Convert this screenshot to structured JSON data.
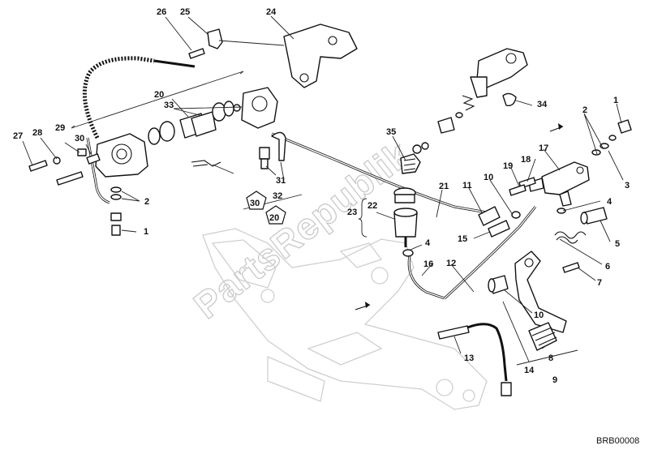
{
  "diagram": {
    "reference_code": "BRB00008",
    "watermark": "PartsRepublik",
    "callouts": {
      "c1a": "1",
      "c1b": "1",
      "c2a": "2",
      "c2b": "2",
      "c3": "3",
      "c4a": "4",
      "c4b": "4",
      "c5": "5",
      "c6": "6",
      "c7": "7",
      "c8": "8",
      "c9": "9",
      "c10a": "10",
      "c10b": "10",
      "c11": "11",
      "c12": "12",
      "c13": "13",
      "c14": "14",
      "c15": "15",
      "c16": "16",
      "c17": "17",
      "c18": "18",
      "c19": "19",
      "c20a": "20",
      "c20b": "20",
      "c21": "21",
      "c22": "22",
      "c23": "23",
      "c24": "24",
      "c25": "25",
      "c26": "26",
      "c27": "27",
      "c28": "28",
      "c29": "29",
      "c30a": "30",
      "c30b": "30",
      "c31": "31",
      "c32": "32",
      "c33": "33",
      "c34": "34",
      "c35": "35"
    }
  }
}
